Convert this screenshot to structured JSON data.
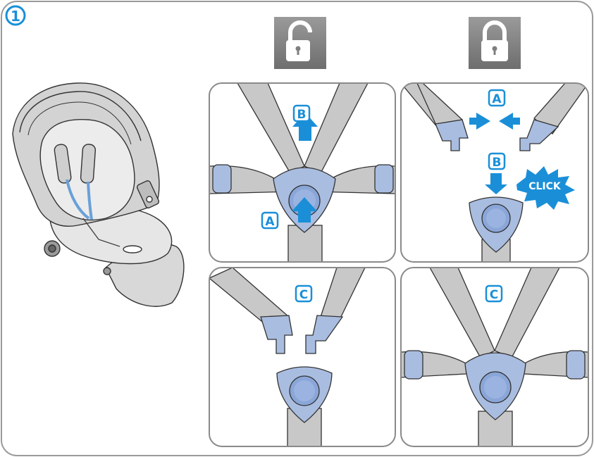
{
  "step_number": "1",
  "icons": {
    "unlock": "unlocked-padlock-icon",
    "lock": "locked-padlock-icon"
  },
  "labels": {
    "a": "A",
    "b": "B",
    "c": "C"
  },
  "click_text": "CLICK",
  "colors": {
    "accent_blue": "#1a8fd8",
    "strap_gray": "#c8c8c8",
    "buckle_blue": "#a9bde0",
    "panel_border": "#8a8a8a",
    "padlock_bg": "#7f7f7f"
  }
}
